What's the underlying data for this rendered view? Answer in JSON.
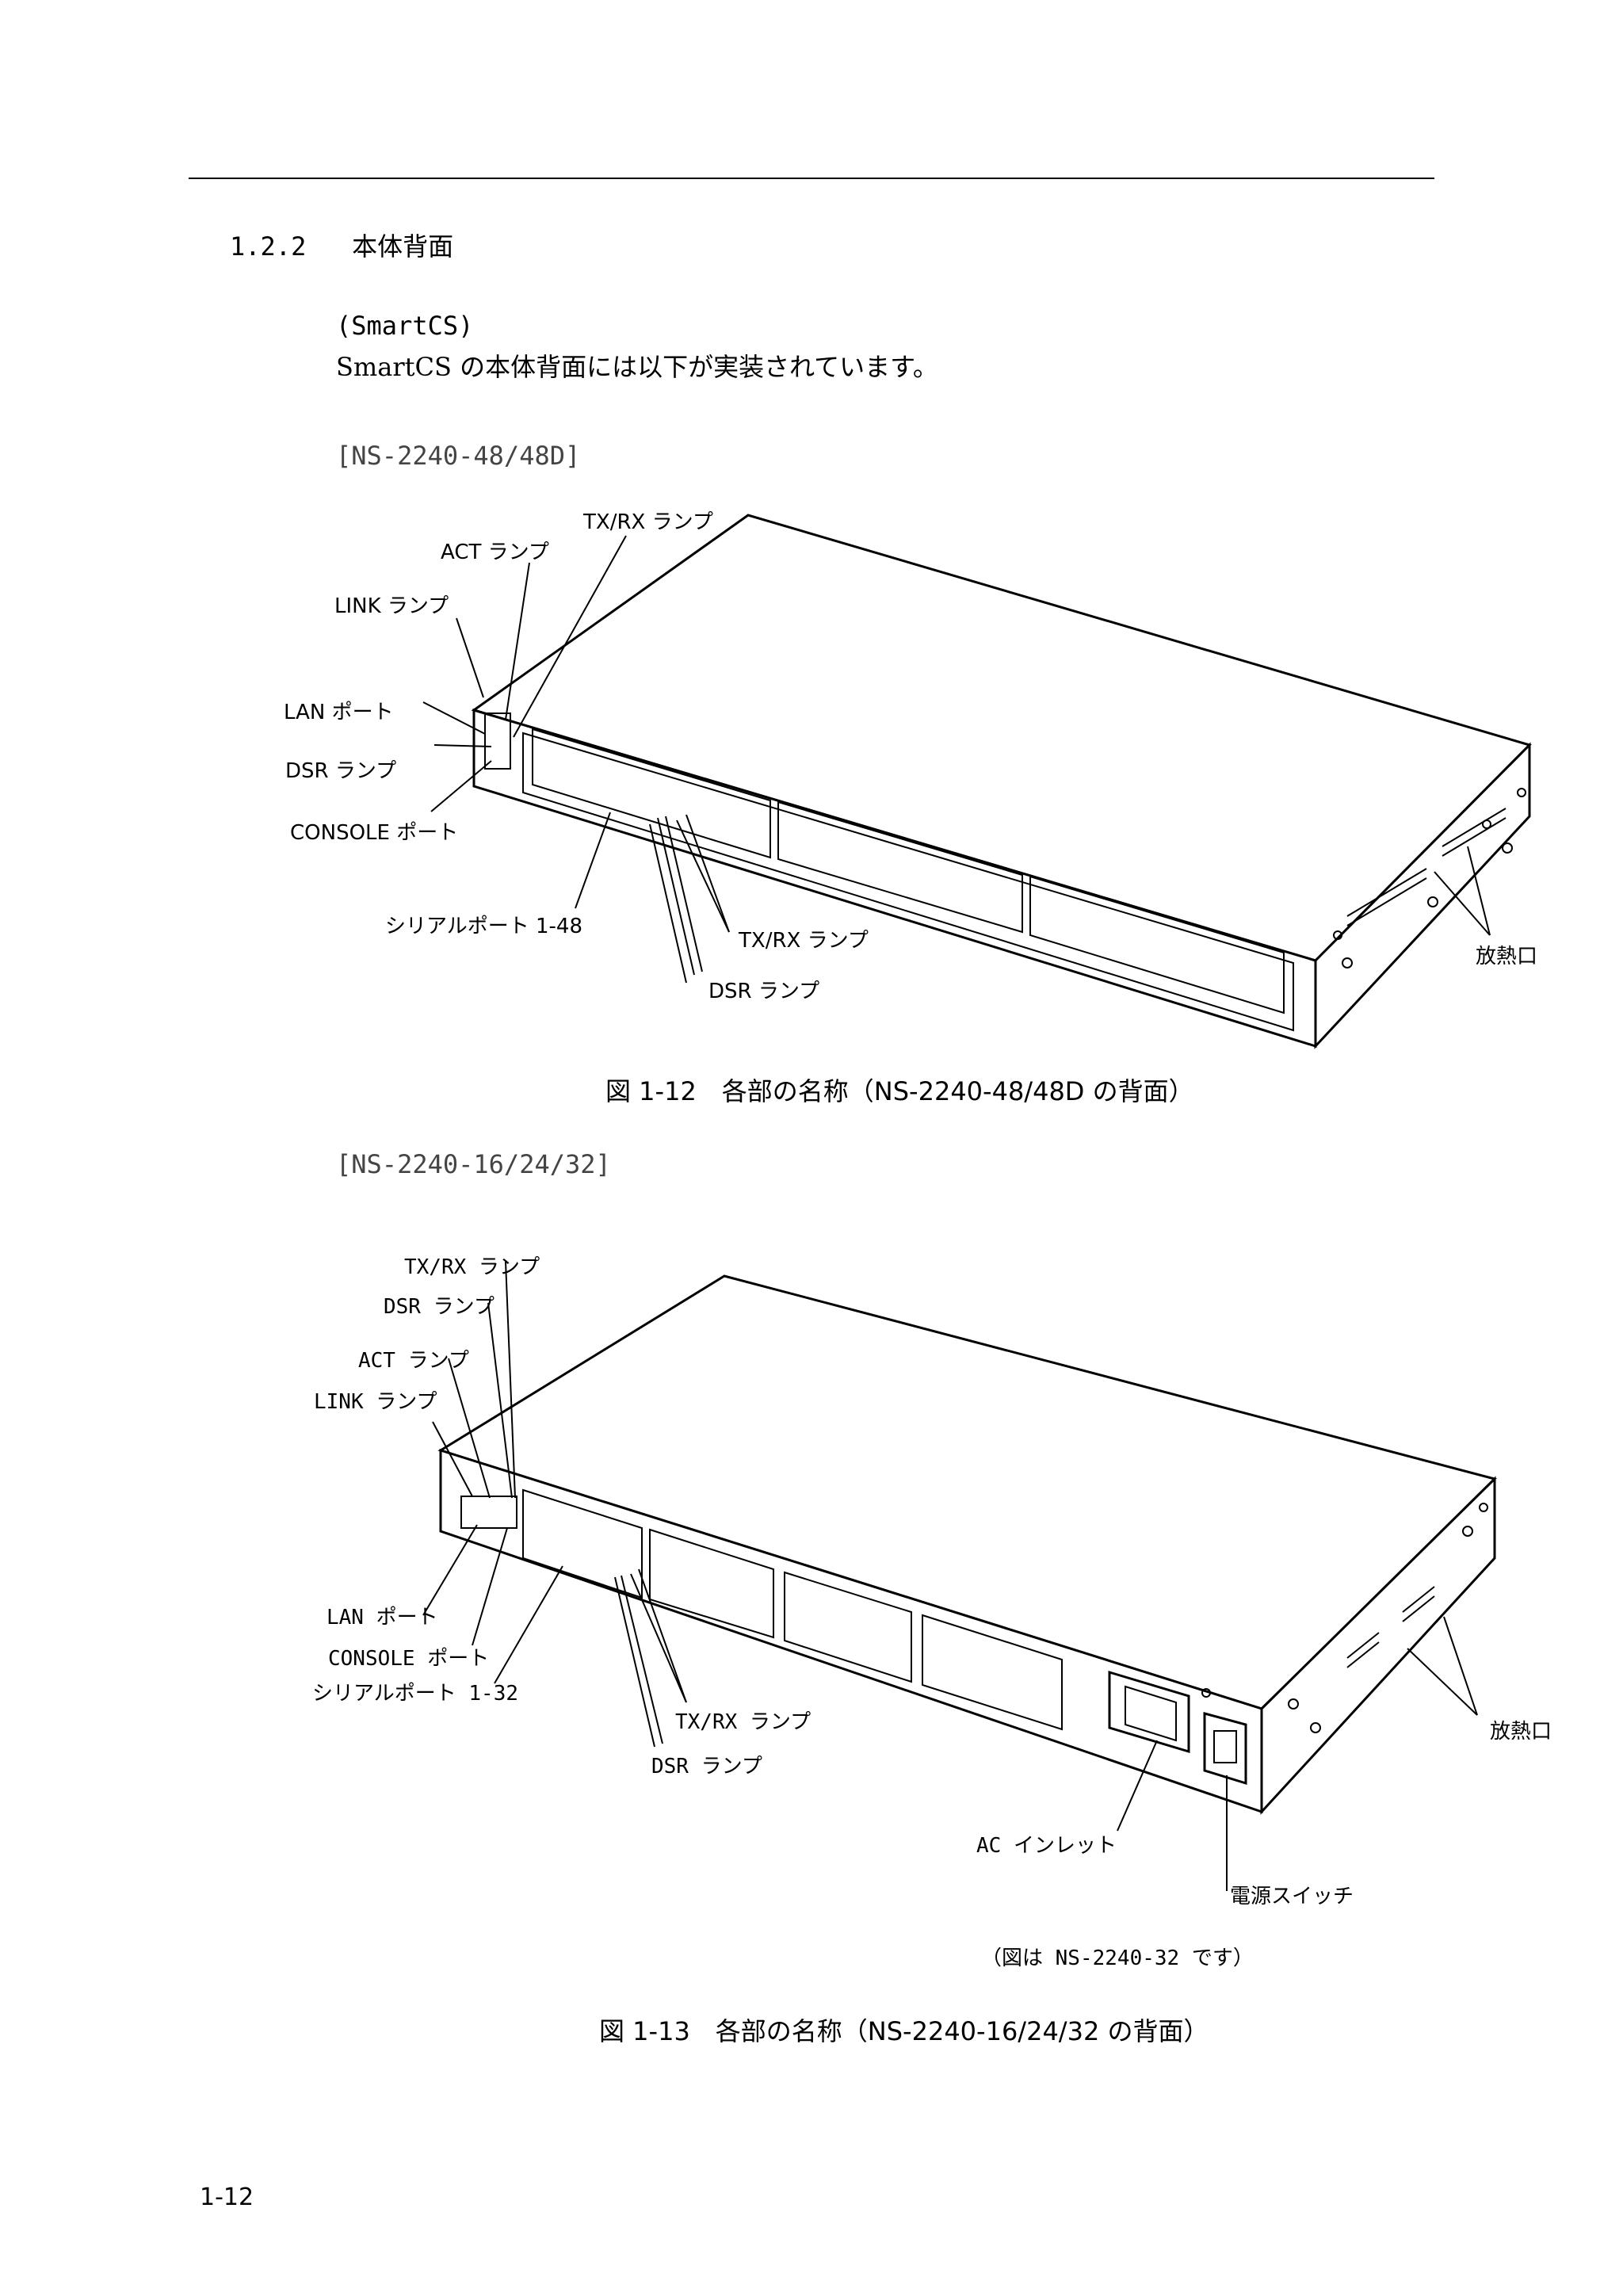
{
  "section": {
    "number": "1.2.2",
    "title": "本体背面"
  },
  "intro": {
    "product": "(SmartCS)",
    "text": "SmartCS の本体背面には以下が実装されています。"
  },
  "figure1": {
    "model_label": "[NS-2240-48/48D]",
    "labels": {
      "txrx_top": "TX/RX ランプ",
      "act": "ACT ランプ",
      "link": "LINK ランプ",
      "lan": "LAN ポート",
      "dsr_left": "DSR ランプ",
      "console": "CONSOLE ポート",
      "serial": "シリアルポート 1-48",
      "txrx_bottom": "TX/RX ランプ",
      "dsr_bottom": "DSR ランプ",
      "vent": "放熱口"
    },
    "caption": "図 1-12　各部の名称（NS-2240-48/48D の背面）"
  },
  "figure2": {
    "model_label": "[NS-2240-16/24/32]",
    "labels": {
      "txrx_top": "TX/RX ランプ",
      "dsr_top": "DSR ランプ",
      "act": "ACT ランプ",
      "link": "LINK ランプ",
      "lan": "LAN ポート",
      "console": "CONSOLE ポート",
      "serial": "シリアルポート 1-32",
      "txrx_bottom": "TX/RX ランプ",
      "dsr_bottom": "DSR ランプ",
      "vent": "放熱口",
      "ac_inlet": "AC インレット",
      "power_switch": "電源スイッチ"
    },
    "note": "（図は NS-2240-32 です）",
    "caption": "図 1-13　各部の名称（NS-2240-16/24/32 の背面）"
  },
  "footer": {
    "page": "1-12"
  }
}
